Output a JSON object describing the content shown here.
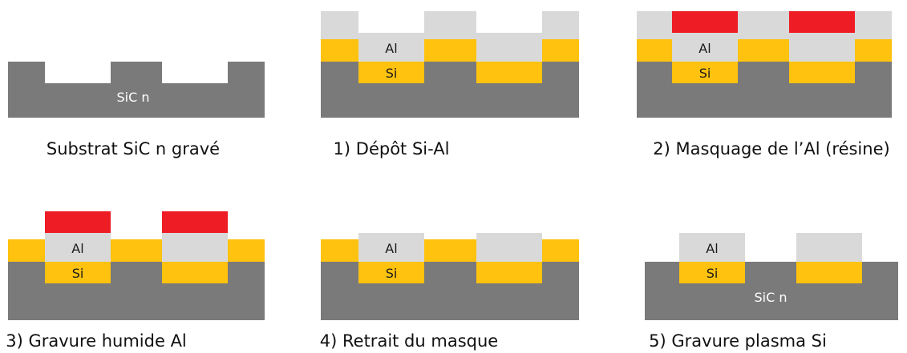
{
  "colors": {
    "sic": "#7a7a7a",
    "si": "#ffc20e",
    "al": "#d9d9d9",
    "resist": "#ee1c25"
  },
  "labels": {
    "sic": "SiC n",
    "al": "Al",
    "si": "Si"
  },
  "steps": [
    {
      "caption": "Substrat SiC n gravé"
    },
    {
      "caption": "1) Dépôt Si-Al"
    },
    {
      "caption": "2) Masquage de l’Al (résine)"
    },
    {
      "caption": "3) Gravure humide Al"
    },
    {
      "caption": "4) Retrait du masque"
    },
    {
      "caption": "5) Gravure plasma Si"
    }
  ]
}
